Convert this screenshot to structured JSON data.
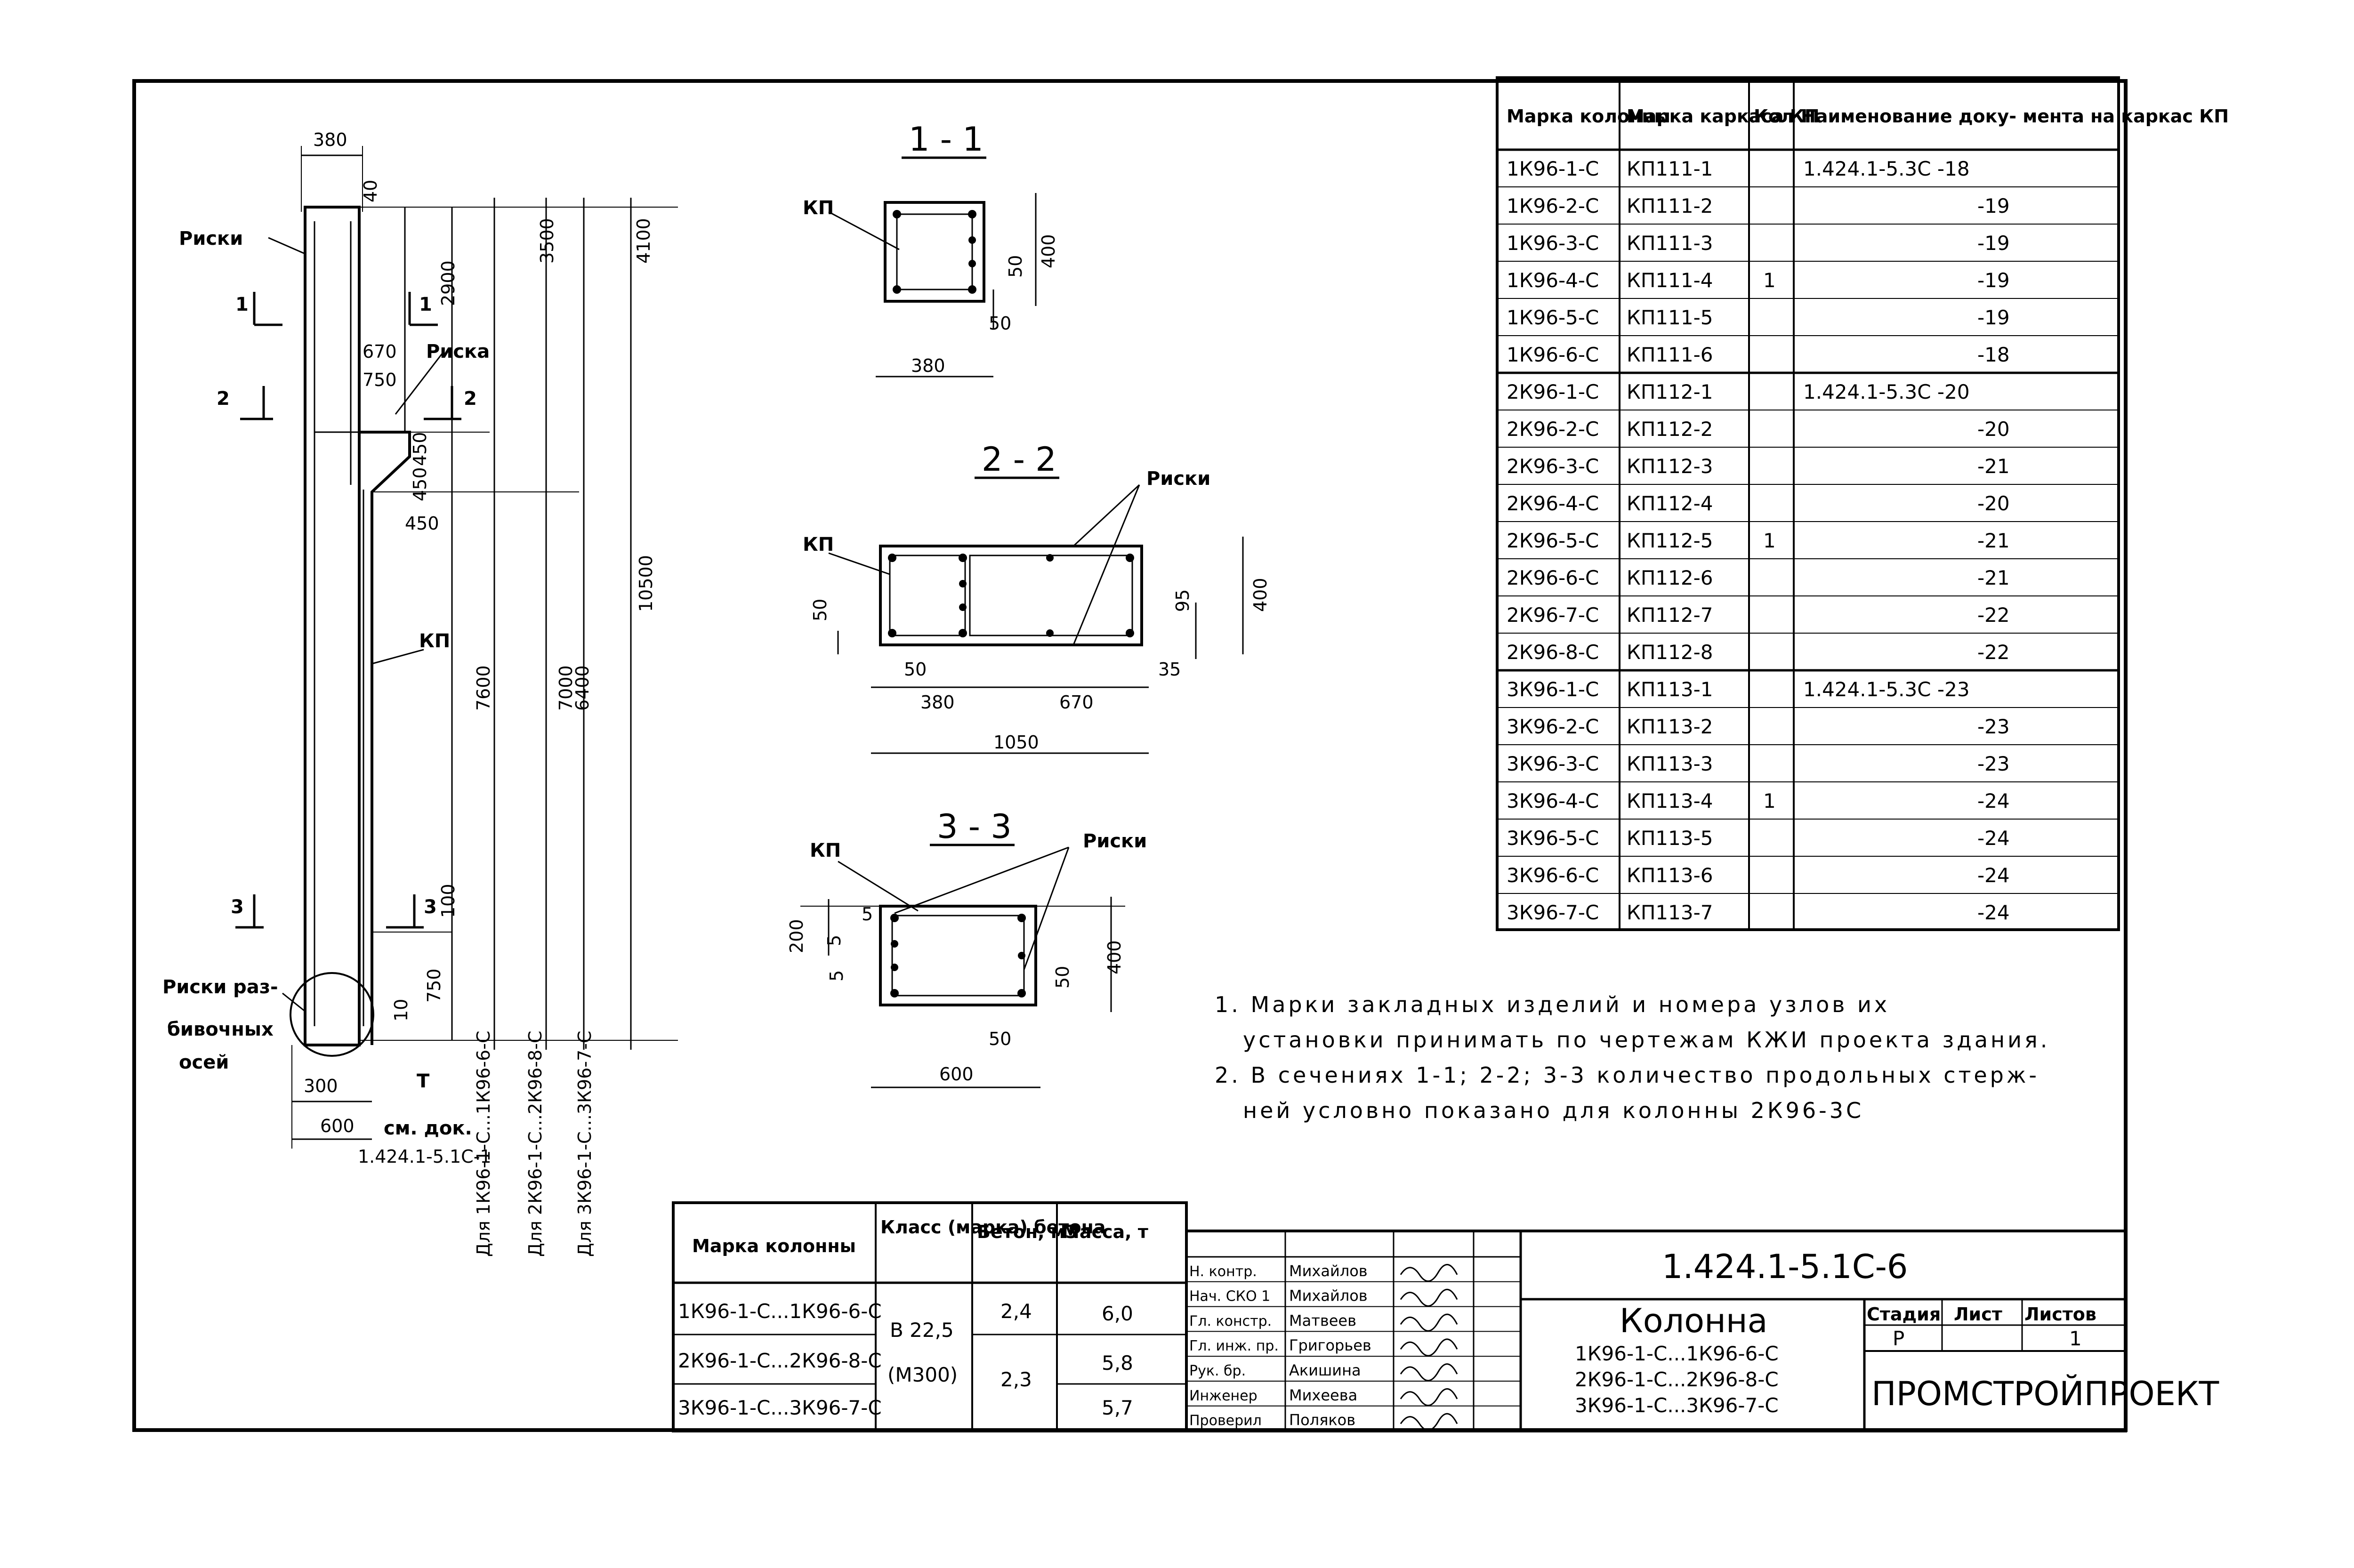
{
  "column_view": {
    "dims_top": [
      "380",
      "40"
    ],
    "dims_right": [
      "2900",
      "3500",
      "4100",
      "10500",
      "7600",
      "7000",
      "6400",
      "670",
      "750",
      "450",
      "450",
      "450",
      "100",
      "750",
      "10"
    ],
    "dims_bottom": [
      "300",
      "600"
    ],
    "labels": {
      "riski": "Риски",
      "riska": "Риска",
      "kp": "КП",
      "riski_razbivochnyh": "Риски раз-",
      "riski_razbivochnyh_2": "бивочных",
      "riski_razbivochnyh_3": "осей",
      "t": "Т",
      "sm_dok": "см. док.",
      "sm_dok_num": "1.424.1-5.1С-1",
      "sec1": "1",
      "sec2": "2",
      "sec3": "3"
    },
    "vertical_captions": [
      "Для 1К96-1-С...1К96-6-С",
      "Для 2К96-1-С...2К96-8-С",
      "Для 3К96-1-С...3К96-7-С"
    ]
  },
  "section_1_1": {
    "title": "1 - 1",
    "kp": "КП",
    "dims": [
      "50",
      "400",
      "50",
      "380"
    ]
  },
  "section_2_2": {
    "title": "2 - 2",
    "kp": "КП",
    "riski": "Риски",
    "dims": [
      "50",
      "95",
      "400",
      "50",
      "35",
      "380",
      "670",
      "1050"
    ]
  },
  "section_3_3": {
    "title": "3 - 3",
    "kp": "КП",
    "riski": "Риски",
    "dims": [
      "200",
      "5",
      "5",
      "5",
      "50",
      "400",
      "50",
      "600"
    ]
  },
  "main_table": {
    "headers": [
      "Марка колонны",
      "Марка каркаса КП",
      "Кол",
      "Наименование доку- мента на каркас КП"
    ],
    "rows": [
      [
        "1К96-1-С",
        "КП111-1",
        "",
        "1.424.1-5.3С -18"
      ],
      [
        "1К96-2-С",
        "КП111-2",
        "",
        "-19"
      ],
      [
        "1К96-3-С",
        "КП111-3",
        "",
        "-19"
      ],
      [
        "1К96-4-С",
        "КП111-4",
        "1",
        "-19"
      ],
      [
        "1К96-5-С",
        "КП111-5",
        "",
        "-19"
      ],
      [
        "1К96-6-С",
        "КП111-6",
        "",
        "-18"
      ],
      [
        "2К96-1-С",
        "КП112-1",
        "",
        "1.424.1-5.3С -20"
      ],
      [
        "2К96-2-С",
        "КП112-2",
        "",
        "-20"
      ],
      [
        "2К96-3-С",
        "КП112-3",
        "",
        "-21"
      ],
      [
        "2К96-4-С",
        "КП112-4",
        "",
        "-20"
      ],
      [
        "2К96-5-С",
        "КП112-5",
        "1",
        "-21"
      ],
      [
        "2К96-6-С",
        "КП112-6",
        "",
        "-21"
      ],
      [
        "2К96-7-С",
        "КП112-7",
        "",
        "-22"
      ],
      [
        "2К96-8-С",
        "КП112-8",
        "",
        "-22"
      ],
      [
        "3К96-1-С",
        "КП113-1",
        "",
        "1.424.1-5.3С -23"
      ],
      [
        "3К96-2-С",
        "КП113-2",
        "",
        "-23"
      ],
      [
        "3К96-3-С",
        "КП113-3",
        "",
        "-23"
      ],
      [
        "3К96-4-С",
        "КП113-4",
        "1",
        "-24"
      ],
      [
        "3К96-5-С",
        "КП113-5",
        "",
        "-24"
      ],
      [
        "3К96-6-С",
        "КП113-6",
        "",
        "-24"
      ],
      [
        "3К96-7-С",
        "КП113-7",
        "",
        "-24"
      ]
    ]
  },
  "notes": [
    "1. Марки закладных изделий и номера узлов их",
    "установки принимать по чертежам КЖИ проекта здания.",
    "2. В сечениях 1-1; 2-2; 3-3 количество продольных стерж-",
    "ней условно показано для колонны 2К96-3С"
  ],
  "spec_table": {
    "headers": [
      "Марка колонны",
      "Класс (марка) бетона",
      "Бетон, м3",
      "Масса, т"
    ],
    "rows": [
      [
        "1К96-1-С...1К96-6-С",
        "",
        "2,4",
        "6,0"
      ],
      [
        "2К96-1-С...2К96-8-С",
        "",
        "2,3",
        "5,8"
      ],
      [
        "3К96-1-С...3К96-7-С",
        "",
        "",
        "5,7"
      ]
    ],
    "concrete_class": "В 22,5",
    "concrete_mark": "(М300)"
  },
  "title_block": {
    "doc_number": "1.424.1-5.1С-6",
    "signatures": [
      [
        "Н. контр.",
        "Михайлов"
      ],
      [
        "Нач. СКО 1",
        "Михайлов"
      ],
      [
        "Гл. констр.",
        "Матвеев"
      ],
      [
        "Гл. инж. пр.",
        "Григорьев"
      ],
      [
        "Рук. бр.",
        "Акишина"
      ],
      [
        "Инженер",
        "Михеева"
      ],
      [
        "Проверил",
        "Поляков"
      ]
    ],
    "product_name": "Колонна",
    "product_lines": [
      "1К96-1-С...1К96-6-С",
      "2К96-1-С...2К96-8-С",
      "3К96-1-С...3К96-7-С"
    ],
    "stage_label": "Стадия",
    "sheet_label": "Лист",
    "sheets_label": "Листов",
    "stage_value": "Р",
    "sheet_value": "",
    "sheets_value": "1",
    "organization": "ПРОМСТРОЙПРОЕКТ"
  }
}
